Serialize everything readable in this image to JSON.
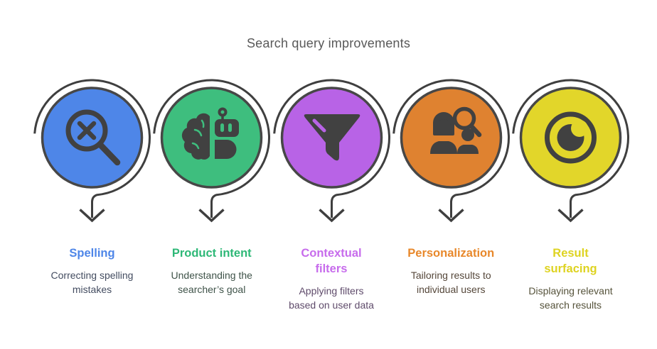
{
  "title": "Search query improvements",
  "colors": {
    "background": "#ffffff",
    "title": "#595959",
    "outline": "#414141"
  },
  "items": [
    {
      "icon": "search-x-icon",
      "circle_color": "#4e86e8",
      "label": "Spelling",
      "label_color": "#4e86e8",
      "description": "Correcting spelling\nmistakes",
      "description_color": "#434c60"
    },
    {
      "icon": "brain-bot-icon",
      "circle_color": "#3ebe7e",
      "label": "Product intent",
      "label_color": "#2eb877",
      "description": "Understanding the\nsearcher’s goal",
      "description_color": "#3f5349"
    },
    {
      "icon": "funnel-icon",
      "circle_color": "#b863e6",
      "label": "Contextual\nfilters",
      "label_color": "#c76cec",
      "description": "Applying filters\nbased on user data",
      "description_color": "#5f4b6b"
    },
    {
      "icon": "people-search-icon",
      "circle_color": "#df8230",
      "label": "Personalization",
      "label_color": "#e8882b",
      "description": "Tailoring results to\nindividual users",
      "description_color": "#55473a"
    },
    {
      "icon": "eye-icon",
      "circle_color": "#e2d62a",
      "label": "Result\nsurfacing",
      "label_color": "#ded321",
      "description": "Displaying relevant\nsearch results",
      "description_color": "#56533b"
    }
  ]
}
